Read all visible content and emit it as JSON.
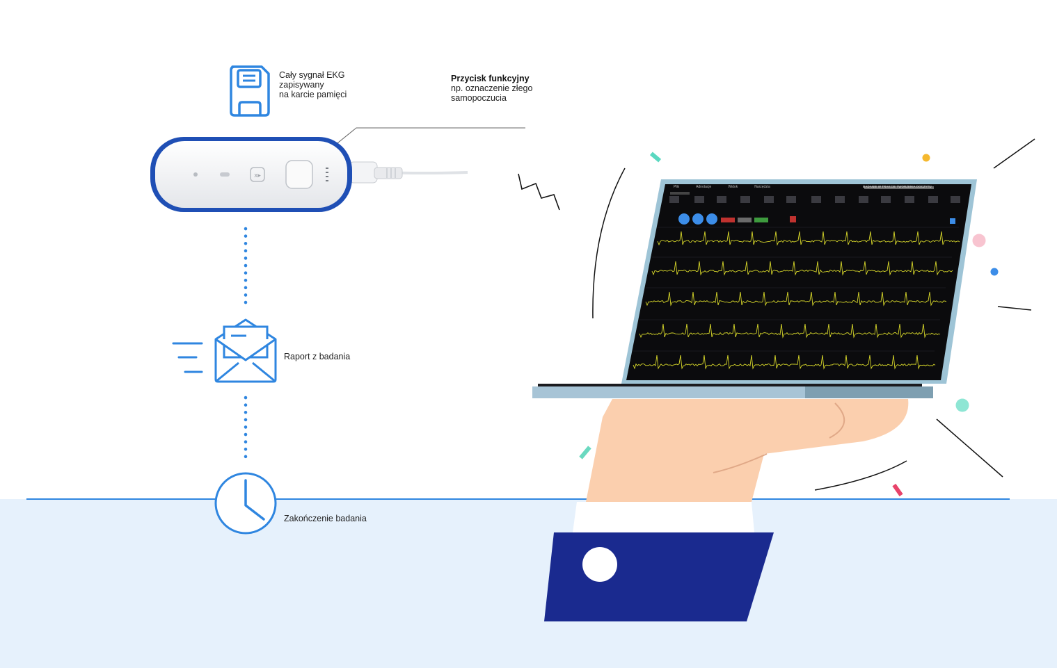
{
  "steps": {
    "storage": {
      "icon": "floppy-disk-icon",
      "label_lines": [
        "Cały sygnał EKG",
        "zapisywany",
        "na karcie pamięci"
      ]
    },
    "report": {
      "icon": "envelope-letter-icon",
      "label": "Raport z badania"
    },
    "end": {
      "icon": "clock-icon",
      "label": "Zakończenie badania"
    }
  },
  "callout": {
    "title": "Przycisk funkcyjny",
    "lines": [
      "np. oznaczenie złego",
      "samopoczucia"
    ]
  },
  "device": {
    "icon": "holter-ecg-recorder"
  },
  "laptop": {
    "menu": [
      "Plik",
      "Adnotacje",
      "Widok",
      "Narzędzia"
    ],
    "title": "BADANIE W TRAKCIE TWORZENIA DOCZYTU"
  },
  "colors": {
    "accent": "#2f86e0",
    "device_border": "#1f4fb5",
    "sleeve": "#1a2a8f",
    "skin": "#fbcfae",
    "floor": "#e6f1fc",
    "ecg_trace": "#d8d82a",
    "screen_bg": "#0b0b0d"
  }
}
